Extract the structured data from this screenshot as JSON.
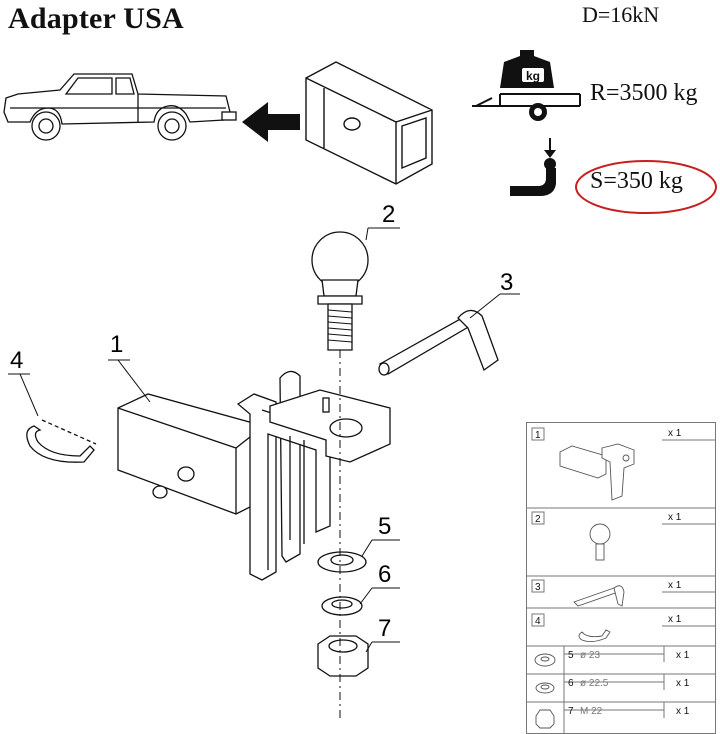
{
  "header": {
    "title": "Adapter USA",
    "force": "D=16kN"
  },
  "ratings": {
    "trailer_load": "R=3500 kg",
    "vertical_load": "S=350 kg",
    "weight_badge": "kg"
  },
  "callouts": [
    "1",
    "2",
    "3",
    "4",
    "5",
    "6",
    "7"
  ],
  "parts_list": [
    {
      "num": "1",
      "qty": "x 1",
      "spec": ""
    },
    {
      "num": "2",
      "qty": "x 1",
      "spec": ""
    },
    {
      "num": "3",
      "qty": "x 1",
      "spec": ""
    },
    {
      "num": "4",
      "qty": "x 1",
      "spec": ""
    },
    {
      "num": "5",
      "qty": "x 1",
      "spec": "ø 23"
    },
    {
      "num": "6",
      "qty": "x 1",
      "spec": "ø 22.5"
    },
    {
      "num": "7",
      "qty": "x 1",
      "spec": "M 22"
    }
  ]
}
